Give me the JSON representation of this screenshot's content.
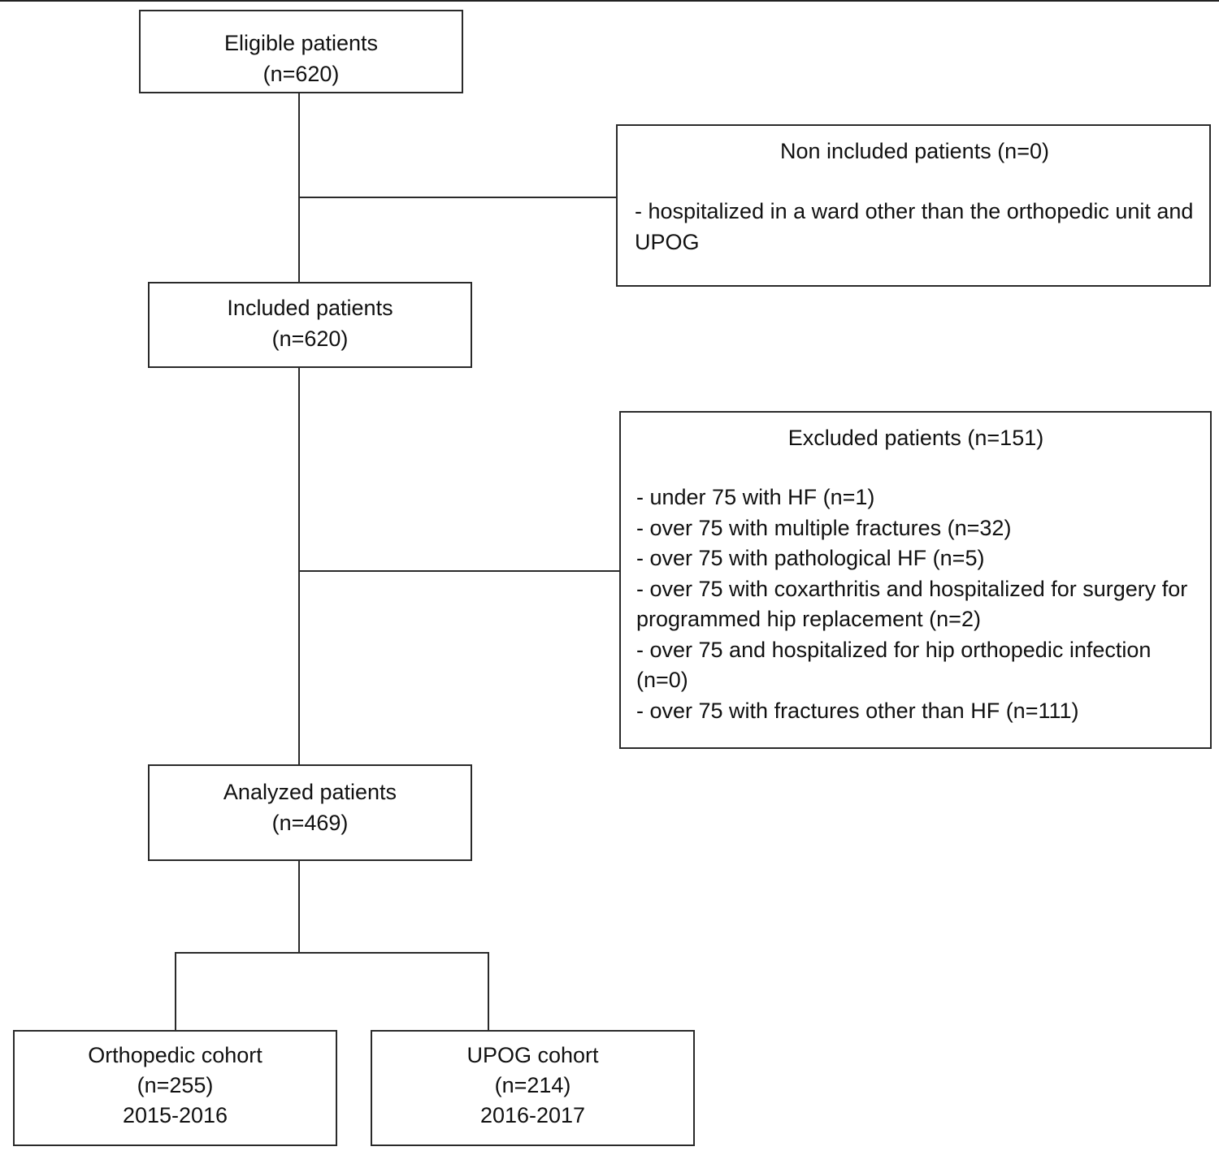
{
  "eligible": {
    "title": "Eligible patients",
    "count": "(n=620)"
  },
  "non_included": {
    "title": "Non included patients (n=0)",
    "reasons": [
      "- hospitalized in a ward other than the orthopedic unit and UPOG"
    ]
  },
  "included": {
    "title": "Included patients",
    "count": "(n=620)"
  },
  "excluded": {
    "title": "Excluded patients (n=151)",
    "reasons": [
      "- under 75 with HF (n=1)",
      "- over 75 with multiple fractures (n=32)",
      "- over 75 with pathological HF (n=5)",
      "- over 75 with coxarthritis and hospitalized for surgery for programmed hip replacement (n=2)",
      "- over 75 and hospitalized for hip orthopedic infection (n=0)",
      "- over 75 with fractures other than HF (n=111)"
    ]
  },
  "analyzed": {
    "title": "Analyzed patients",
    "count": "(n=469)"
  },
  "orthopedic_cohort": {
    "title": "Orthopedic cohort",
    "count": "(n=255)",
    "years": "2015-2016"
  },
  "upog_cohort": {
    "title": "UPOG cohort",
    "count": "(n=214)",
    "years": "2016-2017"
  }
}
